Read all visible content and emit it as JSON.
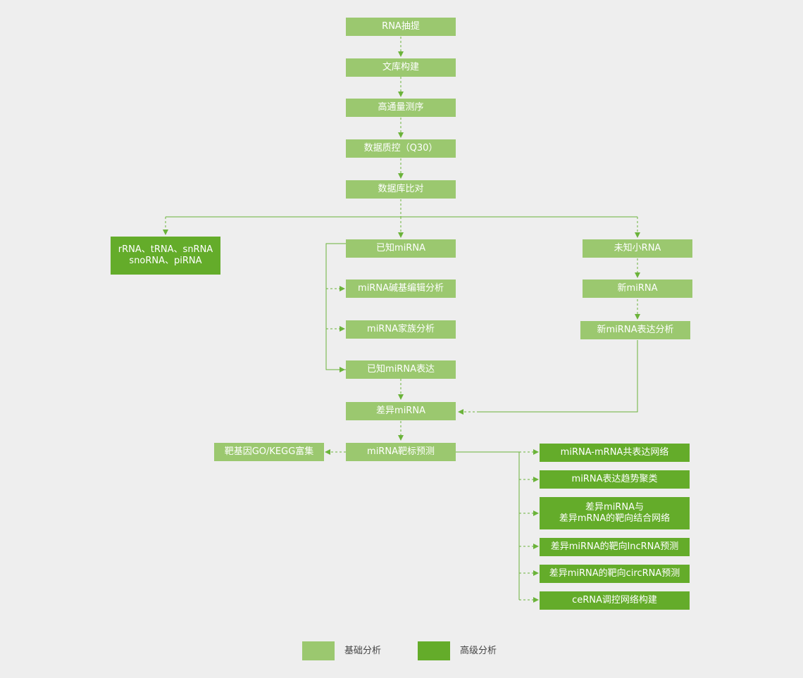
{
  "colors": {
    "basic": "#9bc86f",
    "advanced": "#64ac2a",
    "line": "#6bb33a"
  },
  "nodes": {
    "rna_extract": "RNA抽提",
    "library": "文库构建",
    "sequencing": "高通量测序",
    "qc": "数据质控（Q30）",
    "db_align": "数据库比对",
    "other_rna_line1": "rRNA、tRNA、snRNA",
    "other_rna_line2": "snoRNA、piRNA",
    "known_mirna": "已知miRNA",
    "base_edit": "miRNA碱基编辑分析",
    "family": "miRNA家族分析",
    "known_expr": "已知miRNA表达",
    "unknown_small": "未知小RNA",
    "new_mirna": "新miRNA",
    "new_expr": "新miRNA表达分析",
    "diff_mirna": "差异miRNA",
    "target_pred": "miRNA靶标预测",
    "go_kegg": "靶基因GO/KEGG富集",
    "coexpr": "miRNA-mRNA共表达网络",
    "trend": "miRNA表达趋势聚类",
    "target_net_line1": "差异miRNA与",
    "target_net_line2": "差异mRNA的靶向结合网络",
    "lncrna": "差异miRNA的靶向lncRNA预测",
    "circrna": "差异miRNA的靶向circRNA预测",
    "cerna": "ceRNA调控网络构建"
  },
  "legend": {
    "basic": "基础分析",
    "advanced": "高级分析"
  }
}
